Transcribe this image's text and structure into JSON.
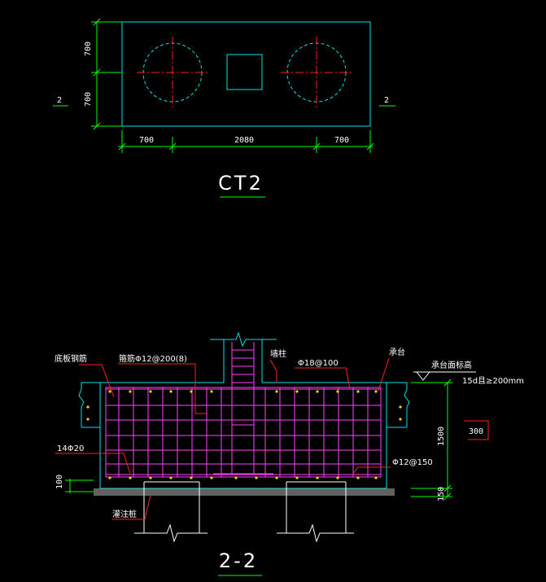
{
  "plan": {
    "title": "CT2",
    "dim_top_width": "700",
    "dim_mid_width": "2080",
    "dim_right_width": "700",
    "dim_upper_height": "700",
    "dim_lower_height": "700",
    "section_mark_left": "2",
    "section_mark_right": "2"
  },
  "section": {
    "title": "2-2",
    "label_bottom_bar": "底板钢筋",
    "label_stirrup": "箍筋Φ12@200(8)",
    "label_wall_column": "墙柱",
    "label_top_bar": "Φ18@100",
    "label_cap": "承台",
    "label_cap_elevation": "承台面标高",
    "label_anchorage": "15d且≥200mm",
    "label_side_bar": "14Φ20",
    "label_side_spacing": "Φ12@150",
    "label_pile": "灌注桩",
    "dim_depth": "1500",
    "dim_cover": "100",
    "dim_bed": "150",
    "dim_hook": "300"
  },
  "colors": {
    "outline": "#00e5e5",
    "dimension": "#00ff00",
    "centerline": "#ff2020",
    "rebar": "#ff40ff",
    "leader": "#ff2020",
    "text": "#ffffff",
    "bedding": "#b0b0b0"
  }
}
